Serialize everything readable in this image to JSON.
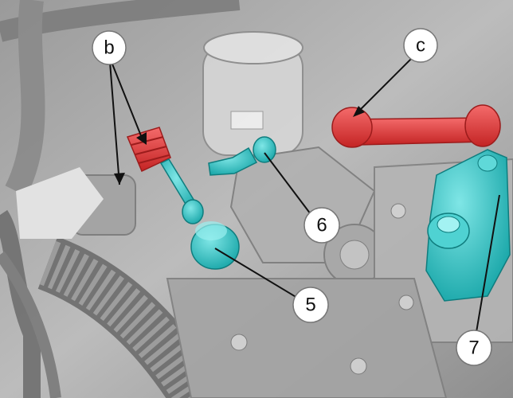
{
  "callouts": {
    "b": "b",
    "c": "c",
    "five": "5",
    "six": "6",
    "seven": "7"
  },
  "colors": {
    "highlight_red": "#e23a3a",
    "highlight_teal": "#33c6c6",
    "engine_gray": "#a9a9a9",
    "callout_fill": "#ffffff",
    "leader_line": "#111111"
  }
}
